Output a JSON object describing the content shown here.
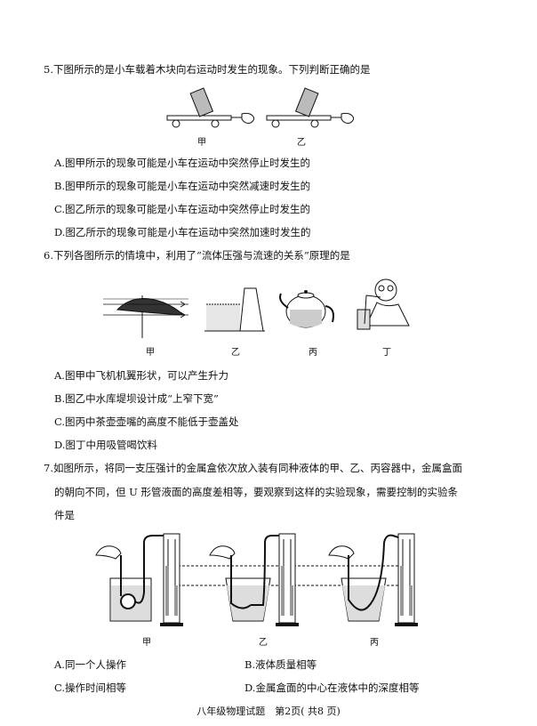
{
  "q5": {
    "stem": "5.下图所示的是小车载着木块向右运动时发生的现象。下列判断正确的是",
    "fig_labels": [
      "甲",
      "乙"
    ],
    "options": [
      "A.图甲所示的现象可能是小车在运动中突然停止时发生的",
      "B.图甲所示的现象可能是小车在运动中突然减速时发生的",
      "C.图乙所示的现象可能是小车在运动中突然停止时发生的",
      "D.图乙所示的现象可能是小车在运动中突然加速时发生的"
    ]
  },
  "q6": {
    "stem": "6.下列各图所示的情境中，利用了“流体压强与流速的关系”原理的是",
    "fig_labels": [
      "甲",
      "乙",
      "丙",
      "丁"
    ],
    "options": [
      "A.图甲中飞机机翼形状，可以产生升力",
      "B.图乙中水库堤坝设计成“上窄下宽”",
      "C.图丙中茶壶壶嘴的高度不能低于壶盖处",
      "D.图丁中用吸管喝饮料"
    ]
  },
  "q7": {
    "stem_line1": "7.如图所示，将同一支压强计的金属盒依次放入装有同种液体的甲、乙、丙容器中，金属盒面",
    "stem_line2": "的朝向不同，但 U 形管液面的高度差相等，要观察到这样的实验现象，需要控制的实验条",
    "stem_line3": "件是",
    "fig_labels": [
      "甲",
      "乙",
      "丙"
    ],
    "options": [
      "A.同一个人操作",
      "B.液体质量相等",
      "C.操作时间相等",
      "D.金属盒面的中心在液体中的深度相等"
    ]
  },
  "footer": "八年级物理试题　第2页(  共8  页)"
}
